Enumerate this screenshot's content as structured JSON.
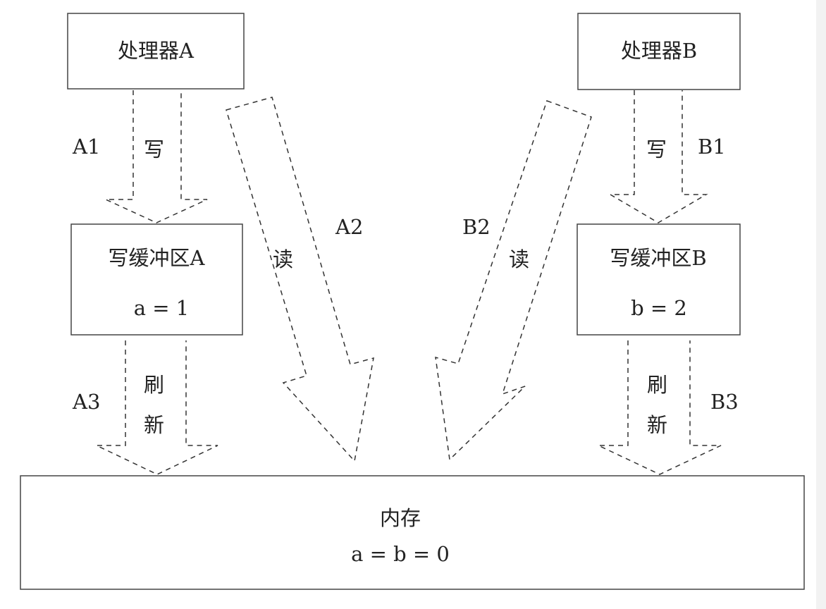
{
  "processor_a": {
    "label": "处理器A"
  },
  "processor_b": {
    "label": "处理器B"
  },
  "buffer_a": {
    "label": "写缓冲区A",
    "value": "a = 1"
  },
  "buffer_b": {
    "label": "写缓冲区B",
    "value": "b = 2"
  },
  "memory": {
    "label": "内存",
    "value": "a = b = 0"
  },
  "steps": {
    "a1": {
      "id": "A1",
      "action": "写"
    },
    "b1": {
      "id": "B1",
      "action": "写"
    },
    "a2": {
      "id": "A2",
      "action": "读"
    },
    "b2": {
      "id": "B2",
      "action": "读"
    },
    "a3": {
      "id": "A3",
      "action_line1": "刷",
      "action_line2": "新"
    },
    "b3": {
      "id": "B3",
      "action_line1": "刷",
      "action_line2": "新"
    }
  },
  "colors": {
    "stroke": "#333333",
    "text": "#222222",
    "background": "#ffffff"
  }
}
